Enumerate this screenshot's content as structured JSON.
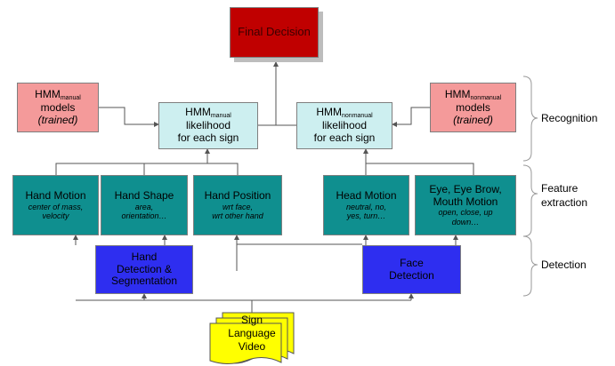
{
  "final": {
    "label": "Final Decision"
  },
  "manual_models": {
    "hmm": "HMM",
    "sub": "manual",
    "line2": "models",
    "line3": "(trained)"
  },
  "nonmanual_models": {
    "hmm": "HMM",
    "sub": "nonmanual",
    "line2": "models",
    "line3": "(trained)"
  },
  "manual_likelihood": {
    "hmm": "HMM",
    "sub": "manual",
    "line2": "likelihood",
    "line3": "for each sign"
  },
  "nonmanual_likelihood": {
    "hmm": "HMM",
    "sub": "nonmanual",
    "line2": "likelihood",
    "line3": "for each sign"
  },
  "features": [
    {
      "title": "Hand Motion",
      "sub1": "center of mass,",
      "sub2": "velocity"
    },
    {
      "title": "Hand Shape",
      "sub1": "area,",
      "sub2": "orientation…"
    },
    {
      "title": "Hand Position",
      "sub1": "wrt face,",
      "sub2": "wrt other hand"
    },
    {
      "title": "Head Motion",
      "sub1": "neutral, no,",
      "sub2": "yes, turn…"
    },
    {
      "title1": "Eye, Eye Brow,",
      "title2": "Mouth Motion",
      "sub1": "open, close, up",
      "sub2": "down…"
    }
  ],
  "hand_detection": {
    "line1": "Hand",
    "line2": "Detection &",
    "line3": "Segmentation"
  },
  "face_detection": {
    "line1": "Face",
    "line2": "Detection"
  },
  "video": {
    "line1": "Sign",
    "line2": "Language",
    "line3": "Video"
  },
  "stages": {
    "recognition": "Recognition",
    "feature1": "Feature",
    "feature2": "extraction",
    "detection": "Detection"
  },
  "colors": {
    "final": "#c00000",
    "models": "#f49a9a",
    "likelihood": "#cdeff0",
    "features": "#0f8f8f",
    "detection": "#2e2ef0",
    "video": "#ffff00"
  }
}
